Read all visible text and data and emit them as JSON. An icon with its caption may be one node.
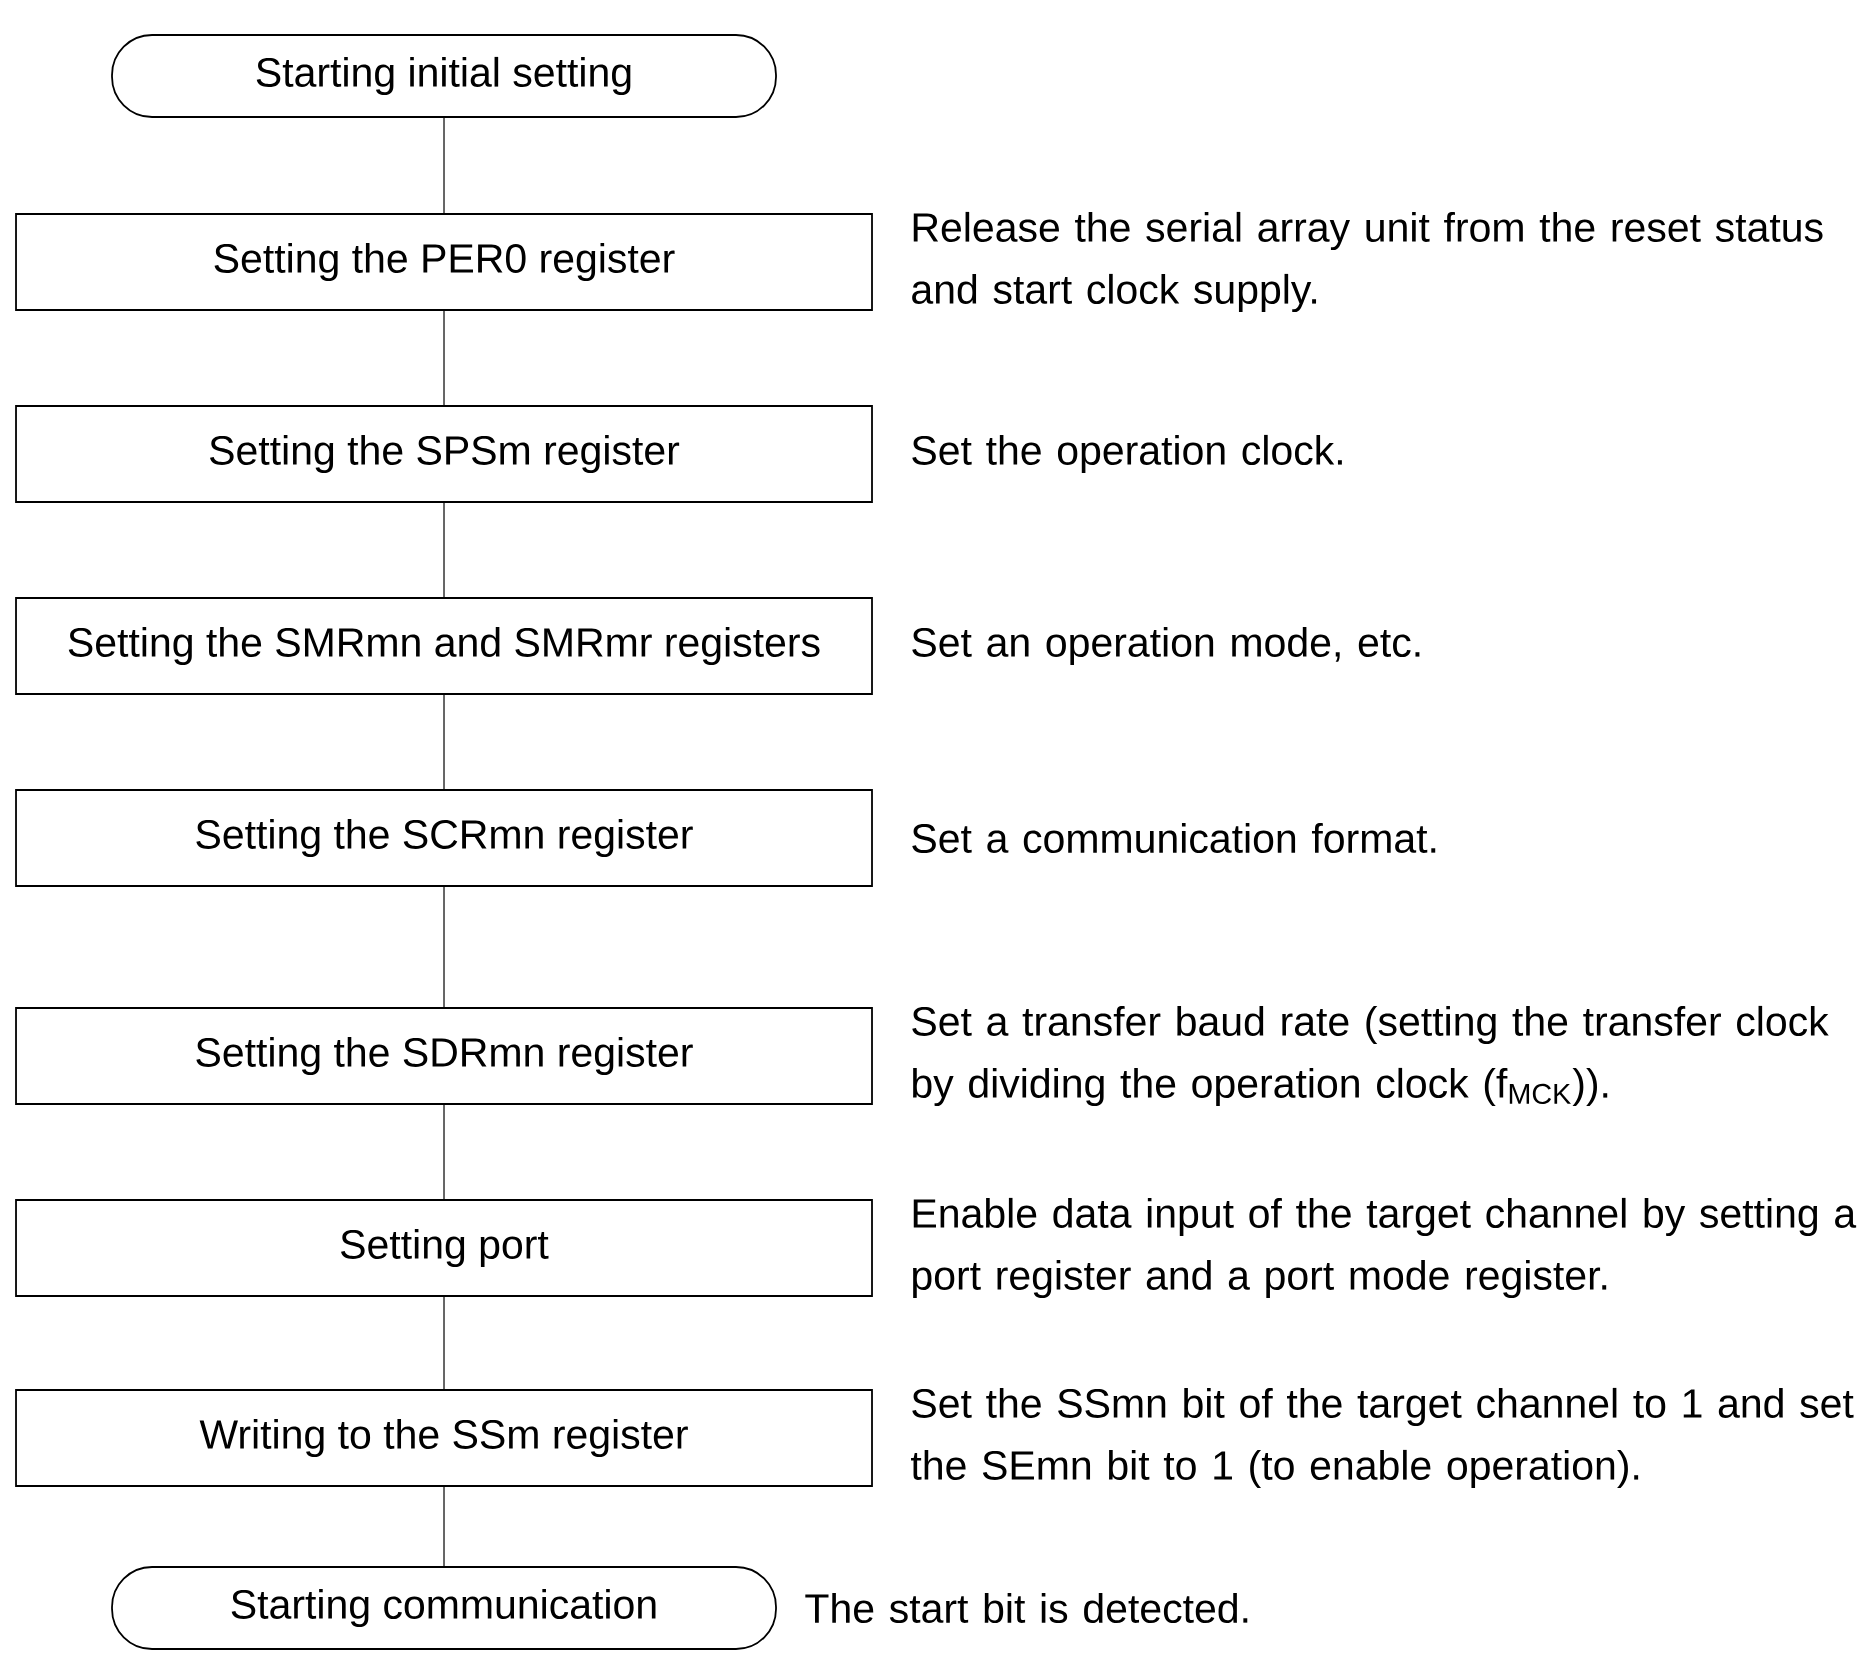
{
  "diagram": {
    "nodes": [
      {
        "text": [
          "Starting initial setting"
        ]
      },
      {
        "text": [
          "Setting the PER0 register"
        ],
        "beside": [
          "Release the serial array unit from the reset status and start clock supply."
        ]
      },
      {
        "text": [
          "Setting the SPSm register"
        ],
        "beside": [
          "Set the operation clock."
        ]
      },
      {
        "text": [
          "Setting the SMRmn and SMRmr registers"
        ],
        "beside": [
          "Set an operation mode, etc."
        ]
      },
      {
        "text": [
          "Setting the SCRmn register"
        ],
        "beside": [
          "Set a communication format."
        ]
      },
      {
        "text": [
          "Setting the SDRmn register"
        ],
        "beside": [
          "Set a transfer baud rate (setting the transfer clock by dividing the operation clock (f$_{MCK}$))."
        ]
      },
      {
        "text": [
          "Setting port"
        ],
        "beside": [
          "Enable data input of the target channel by setting a port register and a port mode register."
        ]
      },
      {
        "text": [
          "Writing to the SSm register"
        ],
        "beside": [
          "Set the SSmn bit of the target channel to 1 and set the SEmn bit to 1 (to enable operation)."
        ]
      },
      {
        "text": [
          "Starting communication"
        ],
        "beside": [
          "The start bit is detected."
        ]
      }
    ],
    "edges": [
      {
        "from": 0,
        "to": 1,
        "arrow": "none"
      },
      {
        "from": 1,
        "to": 2,
        "arrow": "none"
      },
      {
        "from": 2,
        "to": 3,
        "arrow": "none"
      },
      {
        "from": 3,
        "to": 4,
        "arrow": "none"
      },
      {
        "from": 4,
        "to": 5,
        "arrow": "none"
      },
      {
        "from": 5,
        "to": 6,
        "arrow": "none"
      },
      {
        "from": 6,
        "to": 7,
        "arrow": "none"
      },
      {
        "from": 7,
        "to": 8,
        "arrow": "none"
      }
    ]
  }
}
